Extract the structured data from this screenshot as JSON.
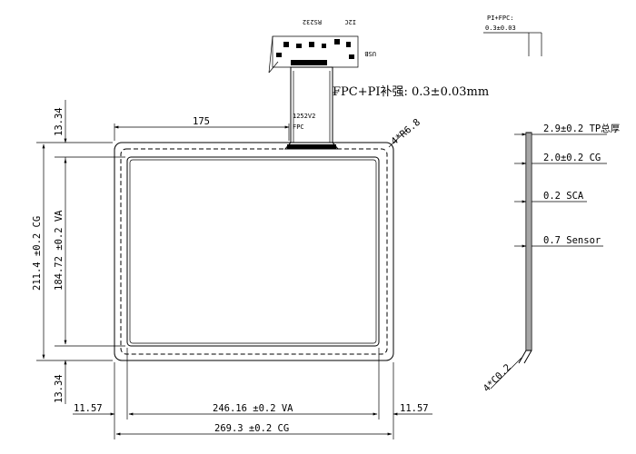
{
  "front_view": {
    "top_gap": "13.34",
    "bottom_gap": "13.34",
    "fpc_offset": "175",
    "corner_radius": "4*R6.8",
    "cg_height": "211.4 ±0.2 CG",
    "va_height": "184.72 ±0.2 VA",
    "left_gap": "11.57",
    "right_gap": "11.57",
    "va_width": "246.16 ±0.2 VA",
    "cg_width": "269.3 ±0.2 CG",
    "fpc_label": "FPC+PI补强: 0.3±0.03mm",
    "fpc_code": "1252V2",
    "fpc_tag": "FPC",
    "connector_i2c": "I2C",
    "connector_rs232": "RS232",
    "connector_usb": "USB"
  },
  "side_view": {
    "pi_fpc_title": "PI+FPC:",
    "pi_fpc_value": "0.3±0.03",
    "tp_thickness": "2.9±0.2 TP总厚",
    "cg_thickness": "2.0±0.2 CG",
    "sca_thickness": "0.2 SCA",
    "sensor_thickness": "0.7 Sensor",
    "chamfer": "4*C0.2"
  }
}
